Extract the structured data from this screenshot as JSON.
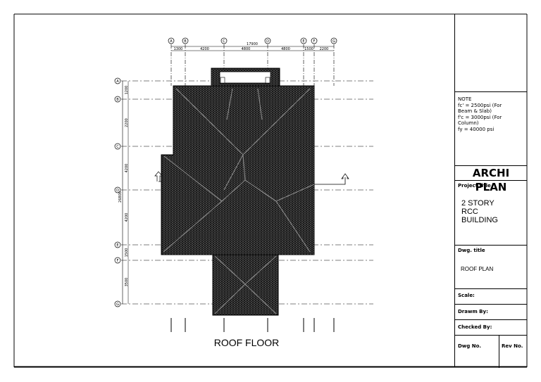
{
  "drawing": {
    "title": "ROOF FLOOR",
    "top_dimension_total": "17900",
    "top_dimensions": [
      "1300",
      "4200",
      "4800",
      "4800",
      "1500",
      "2200"
    ],
    "column_grid": [
      "A",
      "B",
      "C",
      "D",
      "E",
      "F",
      "G"
    ],
    "row_grid": [
      "A",
      "B",
      "C",
      "D",
      "E",
      "F",
      "G"
    ],
    "side_dimensions": [
      "1200",
      "2200",
      "4200",
      "4200",
      "1500",
      "3500"
    ],
    "side_total": "26800"
  },
  "title_block": {
    "note": [
      "NOTE",
      "fc' = 2500psi (For",
      "Beam & Slab)",
      "f'c = 3000psi (For",
      "Column)",
      "fy = 40000 psi"
    ],
    "company": "ARCHI PLAN",
    "project_title_label": "Project title",
    "project_title_lines": [
      "2 STORY",
      "RCC",
      "BUILDING"
    ],
    "dwg_title_label": "Dwg. title",
    "dwg_title": "ROOF PLAN",
    "scale_label": "Scale:",
    "drawn_by_label": "Drawm By:",
    "checked_by_label": "Checked By:",
    "dwg_no_label": "Dwg No.",
    "rev_no_label": "Rev No."
  }
}
